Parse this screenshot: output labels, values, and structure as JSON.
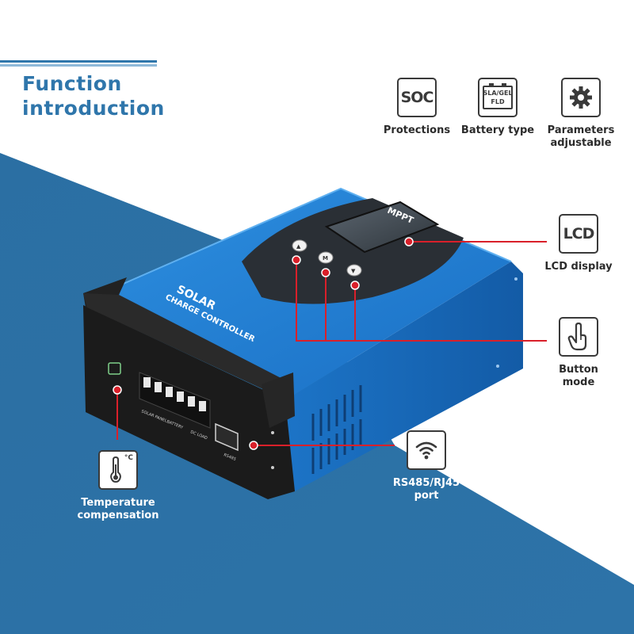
{
  "title": {
    "line1": "Function",
    "line2": "introduction"
  },
  "features": {
    "protections": {
      "icon": "soc-icon",
      "icon_text": "SOC",
      "label": "Protections"
    },
    "battery_type": {
      "icon": "battery-icon",
      "icon_text_1": "SLA/GEL",
      "icon_text_2": "FLD",
      "label": "Battery type"
    },
    "parameters": {
      "icon": "gear-icon",
      "label_1": "Parameters",
      "label_2": "adjustable"
    },
    "lcd": {
      "icon": "lcd-icon",
      "icon_text": "LCD",
      "label": "LCD display"
    },
    "button": {
      "icon": "finger-press-icon",
      "label": "Button mode"
    },
    "rs485": {
      "icon": "wifi-icon",
      "label_1": "RS485/RJ45",
      "label_2": "port"
    },
    "temperature": {
      "icon": "thermometer-icon",
      "icon_text": "°C",
      "label_1": "Temperature",
      "label_2": "compensation"
    }
  },
  "device": {
    "brand_line1": "SOLAR",
    "brand_line2": "CHARGE CONTROLLER",
    "screen_label": "MPPT",
    "terminal_labels": [
      "SOLAR PANEL",
      "BATTERY",
      "DC LOAD"
    ],
    "port_label": "RS485",
    "button_glyphs": [
      "▲",
      "M",
      "▼"
    ]
  },
  "colors": {
    "accent_blue": "#2f76ab",
    "device_blue": "#1e82d6",
    "pointer_red": "#d9202a",
    "icon_stroke": "#3a3a3a"
  }
}
